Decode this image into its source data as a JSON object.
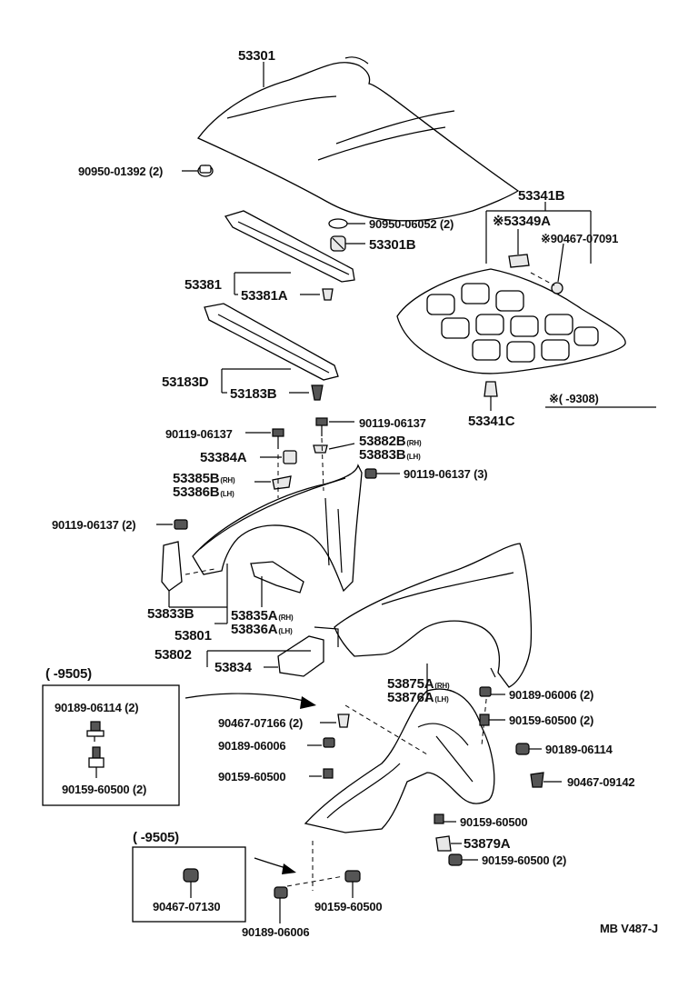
{
  "labels": {
    "l53301": "53301",
    "l90950_01392": "90950-01392 (2)",
    "l90950_06052": "90950-06052 (2)",
    "l53301b": "53301B",
    "l53341b": "53341B",
    "l53349a": "※53349A",
    "l90467_07091": "※90467-07091",
    "l53381": "53381",
    "l53381a": "53381A",
    "l53183d": "53183D",
    "l53183b": "53183B",
    "l53341c": "53341C",
    "l_note_range": "※(      -9308)",
    "l90119_a": "90119-06137",
    "l90119_b": "90119-06137",
    "l53384a": "53384A",
    "l53882b": "53882B",
    "l53882b_sub": "(RH)",
    "l53883b": "53883B",
    "l53883b_sub": "(LH)",
    "l53385b": "53385B",
    "l53385b_sub": "(RH)",
    "l53386b": "53386B",
    "l53386b_sub": "(LH)",
    "l90119_3": "90119-06137 (3)",
    "l90119_2": "90119-06137 (2)",
    "l53833b": "53833B",
    "l53835a": "53835A",
    "l53835a_sub": "(RH)",
    "l53836a": "53836A",
    "l53836a_sub": "(LH)",
    "l53801": "53801",
    "l53802": "53802",
    "l53834": "53834",
    "l_box1_range": "(      -9505)",
    "l90189_06114_2": "90189-06114 (2)",
    "l90159_60500_2a": "90159-60500 (2)",
    "l53875a": "53875A",
    "l53875a_sub": "(RH)",
    "l53876a": "53876A",
    "l53876a_sub": "(LH)",
    "l90189_06006_2": "90189-06006 (2)",
    "l90159_60500_2b": "90159-60500 (2)",
    "l90467_07166": "90467-07166 (2)",
    "l90189_06006_b": "90189-06006",
    "l90189_06114": "90189-06114",
    "l90159_60500_c": "90159-60500",
    "l90467_09142": "90467-09142",
    "l90159_60500_d": "90159-60500",
    "l53879a": "53879A",
    "l90159_60500_2c": "90159-60500 (2)",
    "l_box2_range": "(      -9505)",
    "l90467_07130": "90467-07130",
    "l90159_60500_e": "90159-60500",
    "l90189_06006_c": "90189-06006",
    "l_footer": "MB  V487-J"
  }
}
